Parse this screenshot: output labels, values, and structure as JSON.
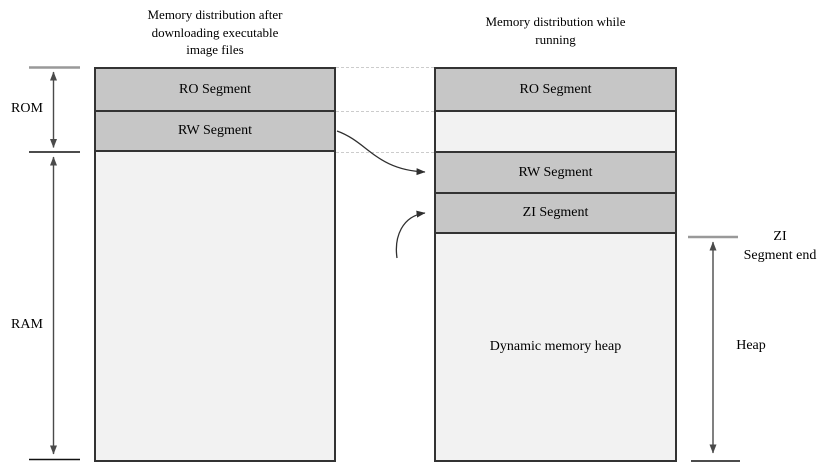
{
  "diagram": {
    "left_column": {
      "title": "Memory distribution after\ndownloading executable\nimage files",
      "segments": [
        {
          "name": "ro",
          "label": "RO Segment"
        },
        {
          "name": "rw",
          "label": "RW Segment"
        },
        {
          "name": "ram-free",
          "label": ""
        }
      ]
    },
    "right_column": {
      "title": "Memory distribution while\nrunning",
      "segments": [
        {
          "name": "ro",
          "label": "RO Segment"
        },
        {
          "name": "gap",
          "label": ""
        },
        {
          "name": "rw",
          "label": "RW Segment"
        },
        {
          "name": "zi",
          "label": "ZI Segment"
        },
        {
          "name": "heap",
          "label": "Dynamic memory heap"
        }
      ]
    },
    "side_labels": {
      "rom": "ROM",
      "ram": "RAM",
      "zi_segment_end": "ZI\nSegment end",
      "heap": "Heap"
    },
    "colors": {
      "segment_dark": "#c6c6c6",
      "segment_light": "#f2f2f2",
      "border": "#333333",
      "dashed_line": "#cccccc",
      "measure_arrow": "#4a4a4a",
      "flow_arrow": "#2f2f2f",
      "tick_gray": "#999999",
      "tick_black": "#111111",
      "background": "#ffffff"
    }
  }
}
